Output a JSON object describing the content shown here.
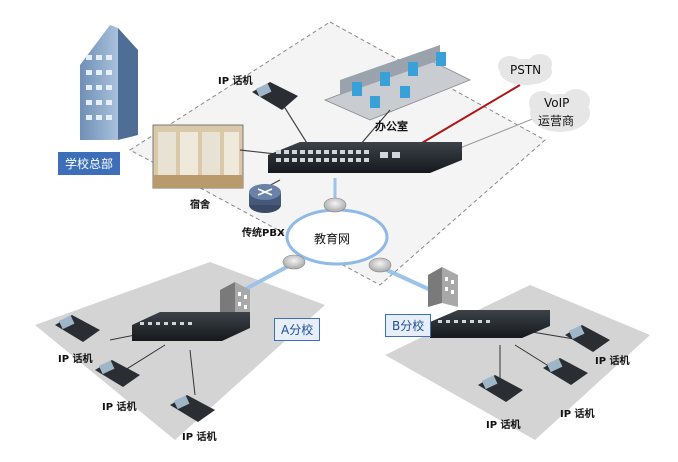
{
  "labels": {
    "ip_phone_hq": "IP 话机",
    "office": "办公室",
    "pstn": "PSTN",
    "voip_line1": "VoIP",
    "voip_line2": "运营商",
    "headquarters": "学校总部",
    "dormitory": "宿舍",
    "legacy_pbx": "传统PBX",
    "edu_network": "教育网",
    "branch_a": "A分校",
    "branch_b": "B分校",
    "ip_phone_a1": "IP 话机",
    "ip_phone_a2": "IP 话机",
    "ip_phone_a3": "IP 话机",
    "ip_phone_b1": "IP 话机",
    "ip_phone_b2": "IP 话机",
    "ip_phone_b3": "IP 话机"
  },
  "colors": {
    "link_gray": "#555555",
    "link_red": "#b01515",
    "link_blue": "#9cc3e8",
    "tag_blue": "#3d6fb8",
    "platform": "#d6d6d6"
  }
}
